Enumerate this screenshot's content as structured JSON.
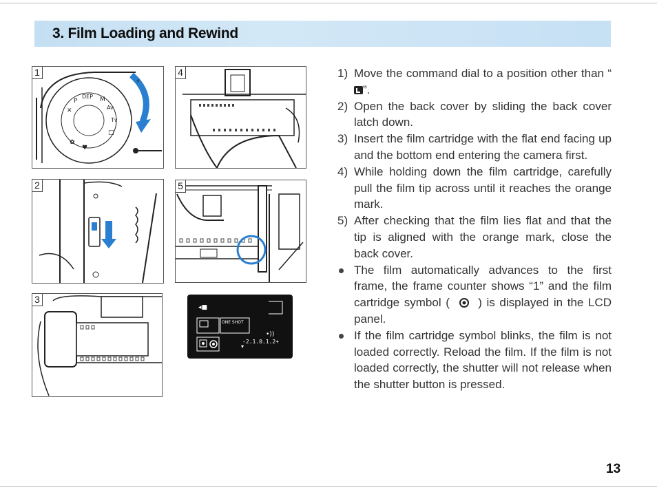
{
  "section": {
    "title": "3. Film Loading and Rewind"
  },
  "figures": {
    "fig1": {
      "number": "1"
    },
    "fig2": {
      "number": "2"
    },
    "fig3": {
      "number": "3"
    },
    "fig4": {
      "number": "4"
    },
    "fig5": {
      "number": "5"
    }
  },
  "lcd": {
    "mode": "ONE SHOT",
    "exposure_scale": "-2.1.0.1.2+",
    "colors": {
      "panel": "#111111",
      "segment": "#ffffff"
    }
  },
  "instructions": {
    "steps": [
      {
        "num": "1)",
        "text_before": "Move the command dial to a position other than “",
        "text_after": "”."
      },
      {
        "num": "2)",
        "text": "Open the back cover by sliding the back cover latch down."
      },
      {
        "num": "3)",
        "text": "Insert the film cartridge with the flat end facing up and the bottom end entering the camera first."
      },
      {
        "num": "4)",
        "text": "While holding down the film cartridge, carefully pull the film tip across until it reaches the orange mark."
      },
      {
        "num": "5)",
        "text": "After checking that the film lies flat and that the tip is aligned with the orange mark, close the back cover."
      }
    ],
    "notes": [
      {
        "text_before": "The film automatically advances to the first frame, the frame counter shows “1” and the film cartridge symbol (",
        "text_after": ") is displayed in the LCD panel."
      },
      {
        "text": "If the film cartridge symbol blinks, the film is not loaded correctly. Reload the film. If the film is not loaded correctly, the shutter will not release when the shutter button is pressed."
      }
    ]
  },
  "page_number": "13",
  "colors": {
    "banner": "#c4dff2",
    "accent_blue": "#2a7fd0",
    "text": "#333333"
  }
}
